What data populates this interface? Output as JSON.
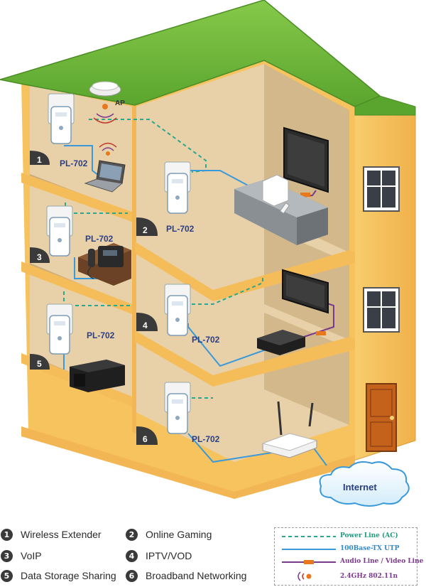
{
  "ap_label": "AP",
  "adapter_label": "PL-702",
  "internet_label": "Internet",
  "floors": [
    {
      "num": "1",
      "name": "Wireless Extender"
    },
    {
      "num": "2",
      "name": "Online Gaming"
    },
    {
      "num": "3",
      "name": "VoIP"
    },
    {
      "num": "4",
      "name": "IPTV/VOD"
    },
    {
      "num": "5",
      "name": "Data Storage Sharing"
    },
    {
      "num": "6",
      "name": "Broadband Networking"
    }
  ],
  "key": {
    "power": "Power Line (AC)",
    "utp": "100Base-TX UTP",
    "av": "Audio Line / Video Line",
    "wifi": "2.4GHz 802.11n"
  },
  "colors": {
    "roof": "#6fb83c",
    "wall": "#f7c35f",
    "power_line": "#2aa88f",
    "utp": "#3a9ad9",
    "av": "#7a3a8c",
    "door": "#c4621c"
  }
}
